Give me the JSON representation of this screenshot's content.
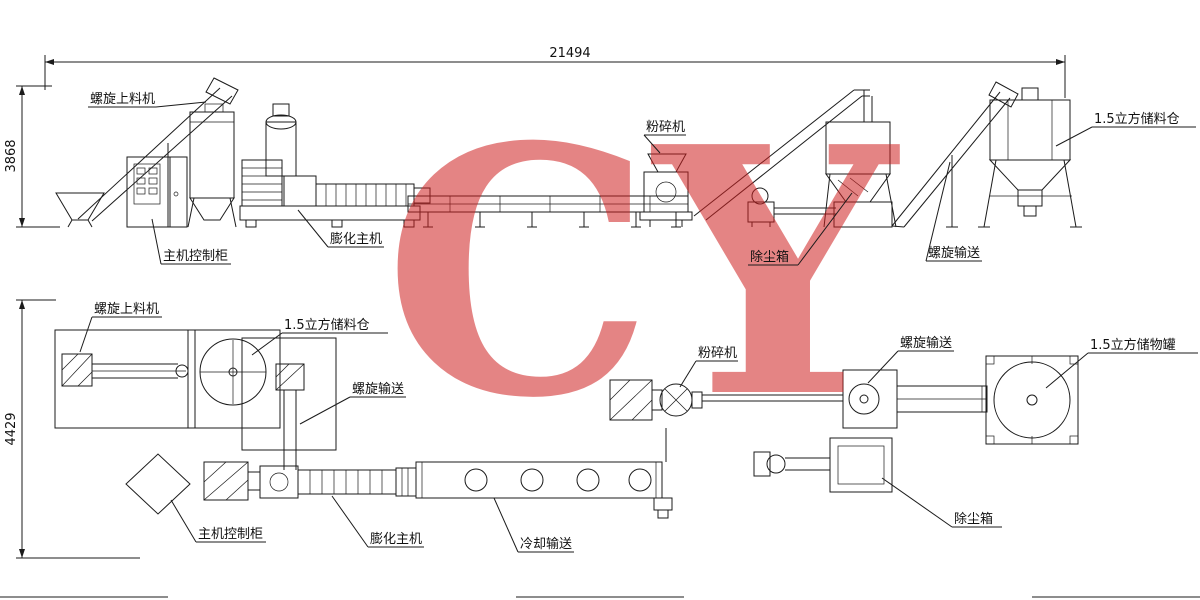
{
  "watermark": {
    "text": "CY",
    "color": "#cf2020"
  },
  "dimensions": {
    "total_length": "21494",
    "elevation_height": "3868",
    "plan_depth": "4429"
  },
  "elevation_view": {
    "labels": {
      "screw_feeder": "螺旋上料机",
      "control_cabinet": "主机控制柜",
      "extruder": "膨化主机",
      "crusher": "粉碎机",
      "dust_box": "除尘箱",
      "screw_conveyor": "螺旋输送",
      "storage_bin": "1.5立方储料仓"
    }
  },
  "plan_view": {
    "labels": {
      "screw_feeder": "螺旋上料机",
      "storage_bin": "1.5立方储料仓",
      "screw_conveyor_feed": "螺旋输送",
      "control_cabinet": "主机控制柜",
      "extruder": "膨化主机",
      "cooling_conveyor": "冷却输送",
      "crusher": "粉碎机",
      "screw_conveyor_discharge": "螺旋输送",
      "storage_tank": "1.5立方储物罐",
      "dust_box": "除尘箱"
    }
  }
}
